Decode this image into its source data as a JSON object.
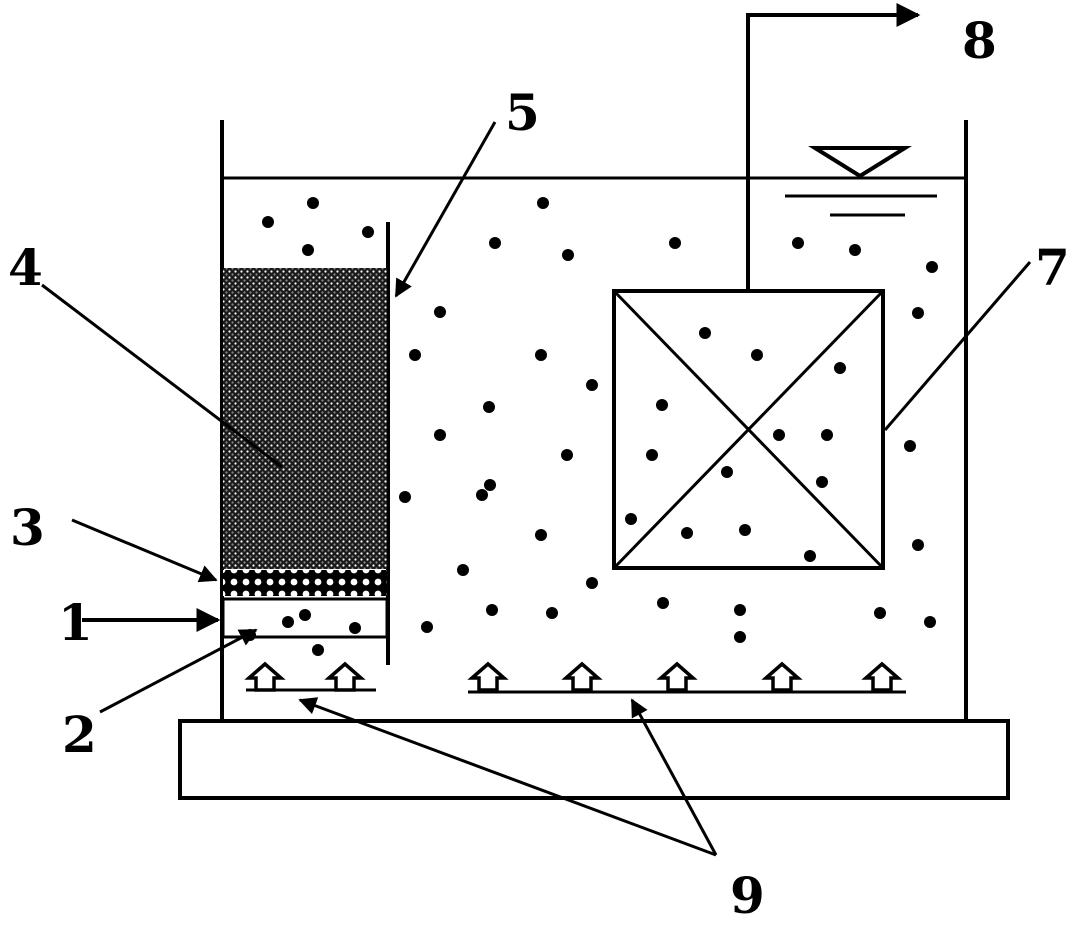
{
  "labels": {
    "l1": "1",
    "l2": "2",
    "l3": "3",
    "l4": "4",
    "l5": "5",
    "l7": "7",
    "l8": "8",
    "l9": "9"
  },
  "colors": {
    "ink": "#000000",
    "background": "#ffffff"
  }
}
